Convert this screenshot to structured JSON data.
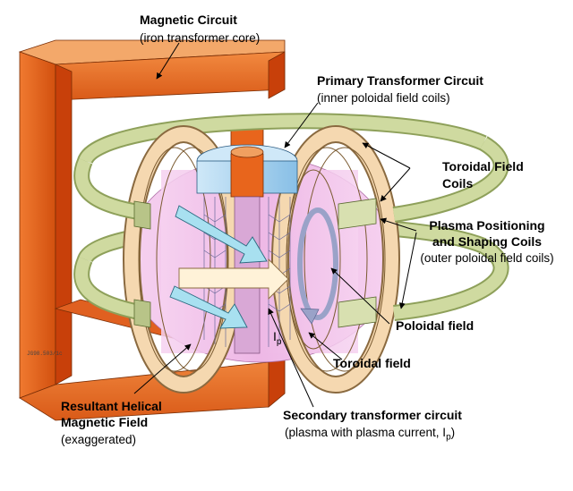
{
  "labels": {
    "magnetic_circuit": {
      "title": "Magnetic Circuit",
      "sub": "(iron transformer core)"
    },
    "primary_transformer": {
      "title": "Primary Transformer Circuit",
      "sub": "(inner poloidal field coils)"
    },
    "toroidal_field_coils": {
      "line1": "Toroidal Field",
      "line2": "Coils"
    },
    "plasma_positioning": {
      "line1": "Plasma Positioning",
      "line2": "and Shaping Coils",
      "sub": "(outer poloidal field coils)"
    },
    "poloidal_field": "Poloidal field",
    "toroidal_field": "Toroidal field",
    "resultant_helical": {
      "line1": "Resultant Helical",
      "line2": "Magnetic Field",
      "sub": "(exaggerated)"
    },
    "secondary_transformer": {
      "title": "Secondary transformer circuit",
      "sub_prefix": "(plasma with plasma current, I",
      "sub_subscript": "p",
      "sub_suffix": ")"
    },
    "plasma_current": {
      "symbol": "I",
      "subscript": "p"
    },
    "figure_code": "JG98.503/1c"
  },
  "colors": {
    "core_front": "#e8651c",
    "core_dark": "#c8400a",
    "core_top": "#f0a060",
    "coil_green": "#c8d49a",
    "coil_green_dark": "#8ea05a",
    "coil_tan": "#f5d8b0",
    "plasma_pink": "#f2c4ec",
    "central_blue": "#a8d4f0",
    "arrow_cyan": "#a8e0f0",
    "arrow_cream": "#fff2d8"
  }
}
